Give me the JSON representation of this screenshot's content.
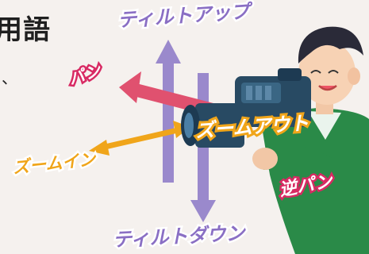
{
  "heading_fragment": "用語",
  "side_punct": "、",
  "labels": {
    "tilt_up": "ティルトアップ",
    "tilt_down": "ティルトダウン",
    "pan": "パン",
    "reverse_pan": "逆パン",
    "zoom_in": "ズームイン",
    "zoom_out": "ズームアウト"
  },
  "colors": {
    "background": "#f5f1ee",
    "tilt_arrow": "#9a89cc",
    "pan_arrow": "#e0516f",
    "zoom_arrow": "#f0a51a",
    "camera_body": "#284a63",
    "shirt": "#2a8a48"
  }
}
